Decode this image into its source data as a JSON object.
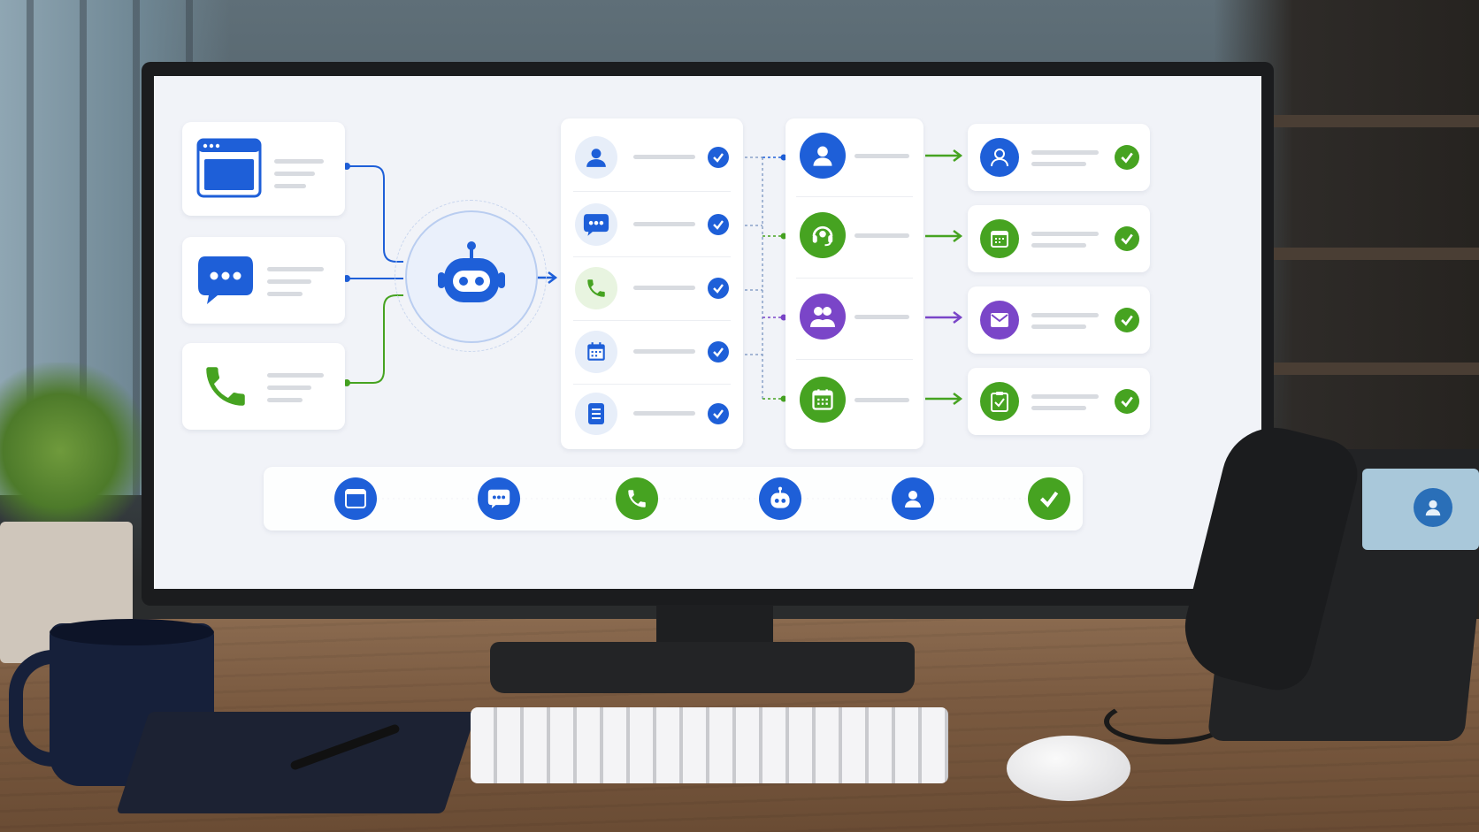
{
  "colors": {
    "blue": "#1e5fd8",
    "green": "#46a321",
    "purple": "#7a45c8",
    "light_blue_circle": "#e7eef9",
    "light_green_circle": "#e8f4e0",
    "screen_bg": "#f1f3f8"
  },
  "screen": {
    "input_channels": [
      {
        "icon": "browser-window-icon",
        "color": "blue"
      },
      {
        "icon": "chat-bubble-icon",
        "color": "blue"
      },
      {
        "icon": "phone-icon",
        "color": "green"
      }
    ],
    "hub": {
      "icon": "robot-icon",
      "color": "blue"
    },
    "task_list": [
      {
        "icon": "user-icon",
        "status": "checked"
      },
      {
        "icon": "chat-bubble-icon",
        "status": "checked"
      },
      {
        "icon": "phone-icon",
        "status": "checked"
      },
      {
        "icon": "calendar-icon",
        "status": "checked"
      },
      {
        "icon": "document-icon",
        "status": "checked"
      }
    ],
    "routing": [
      {
        "icon": "user-icon",
        "color": "blue"
      },
      {
        "icon": "headset-icon",
        "color": "green"
      },
      {
        "icon": "team-icon",
        "color": "purple"
      },
      {
        "icon": "calendar-icon",
        "color": "green"
      }
    ],
    "outcomes": [
      {
        "icon": "user-icon",
        "color": "blue",
        "status": "checked"
      },
      {
        "icon": "calendar-icon",
        "color": "green",
        "status": "checked"
      },
      {
        "icon": "envelope-icon",
        "color": "purple",
        "status": "checked"
      },
      {
        "icon": "clipboard-check-icon",
        "color": "green",
        "status": "checked"
      }
    ],
    "timeline": [
      {
        "icon": "browser-window-icon",
        "color": "blue"
      },
      {
        "icon": "chat-bubble-icon",
        "color": "blue"
      },
      {
        "icon": "phone-icon",
        "color": "green"
      },
      {
        "icon": "robot-icon",
        "color": "blue"
      },
      {
        "icon": "user-icon",
        "color": "blue"
      },
      {
        "icon": "check-icon",
        "color": "green"
      }
    ]
  },
  "scene_objects": [
    "monitor",
    "plant",
    "mug",
    "notebook",
    "pen",
    "keyboard",
    "mouse",
    "desk-phone"
  ]
}
